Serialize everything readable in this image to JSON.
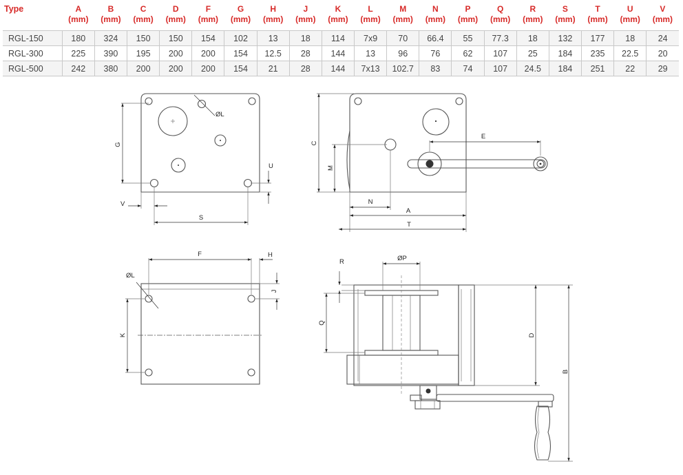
{
  "table": {
    "headers": [
      {
        "letter": "Type",
        "unit": ""
      },
      {
        "letter": "A",
        "unit": "(mm)"
      },
      {
        "letter": "B",
        "unit": "(mm)"
      },
      {
        "letter": "C",
        "unit": "(mm)"
      },
      {
        "letter": "D",
        "unit": "(mm)"
      },
      {
        "letter": "F",
        "unit": "(mm)"
      },
      {
        "letter": "G",
        "unit": "(mm)"
      },
      {
        "letter": "H",
        "unit": "(mm)"
      },
      {
        "letter": "J",
        "unit": "(mm)"
      },
      {
        "letter": "K",
        "unit": "(mm)"
      },
      {
        "letter": "L",
        "unit": "(mm)"
      },
      {
        "letter": "M",
        "unit": "(mm)"
      },
      {
        "letter": "N",
        "unit": "(mm)"
      },
      {
        "letter": "P",
        "unit": "(mm)"
      },
      {
        "letter": "Q",
        "unit": "(mm)"
      },
      {
        "letter": "R",
        "unit": "(mm)"
      },
      {
        "letter": "S",
        "unit": "(mm)"
      },
      {
        "letter": "T",
        "unit": "(mm)"
      },
      {
        "letter": "U",
        "unit": "(mm)"
      },
      {
        "letter": "V",
        "unit": "(mm)"
      }
    ],
    "rows": [
      [
        "RGL-150",
        "180",
        "324",
        "150",
        "150",
        "154",
        "102",
        "13",
        "18",
        "114",
        "7x9",
        "70",
        "66.4",
        "55",
        "77.3",
        "18",
        "132",
        "177",
        "18",
        "24"
      ],
      [
        "RGL-300",
        "225",
        "390",
        "195",
        "200",
        "200",
        "154",
        "12.5",
        "28",
        "144",
        "13",
        "96",
        "76",
        "62",
        "107",
        "25",
        "184",
        "235",
        "22.5",
        "20"
      ],
      [
        "RGL-500",
        "242",
        "380",
        "200",
        "200",
        "200",
        "154",
        "21",
        "28",
        "144",
        "7x13",
        "102.7",
        "83",
        "74",
        "107",
        "24.5",
        "184",
        "251",
        "22",
        "29"
      ]
    ]
  },
  "diagram": {
    "front_view": {
      "g": "G",
      "l": "ØL",
      "u": "U",
      "v": "V",
      "s": "S"
    },
    "side_view": {
      "c": "C",
      "m": "M",
      "e": "E",
      "n": "N",
      "a": "A",
      "t": "T"
    },
    "base_view": {
      "f": "F",
      "h": "H",
      "l": "ØL",
      "j": "J",
      "k": "K"
    },
    "drum_view": {
      "r": "R",
      "p": "ØP",
      "q": "Q",
      "d": "D",
      "b": "B"
    }
  }
}
